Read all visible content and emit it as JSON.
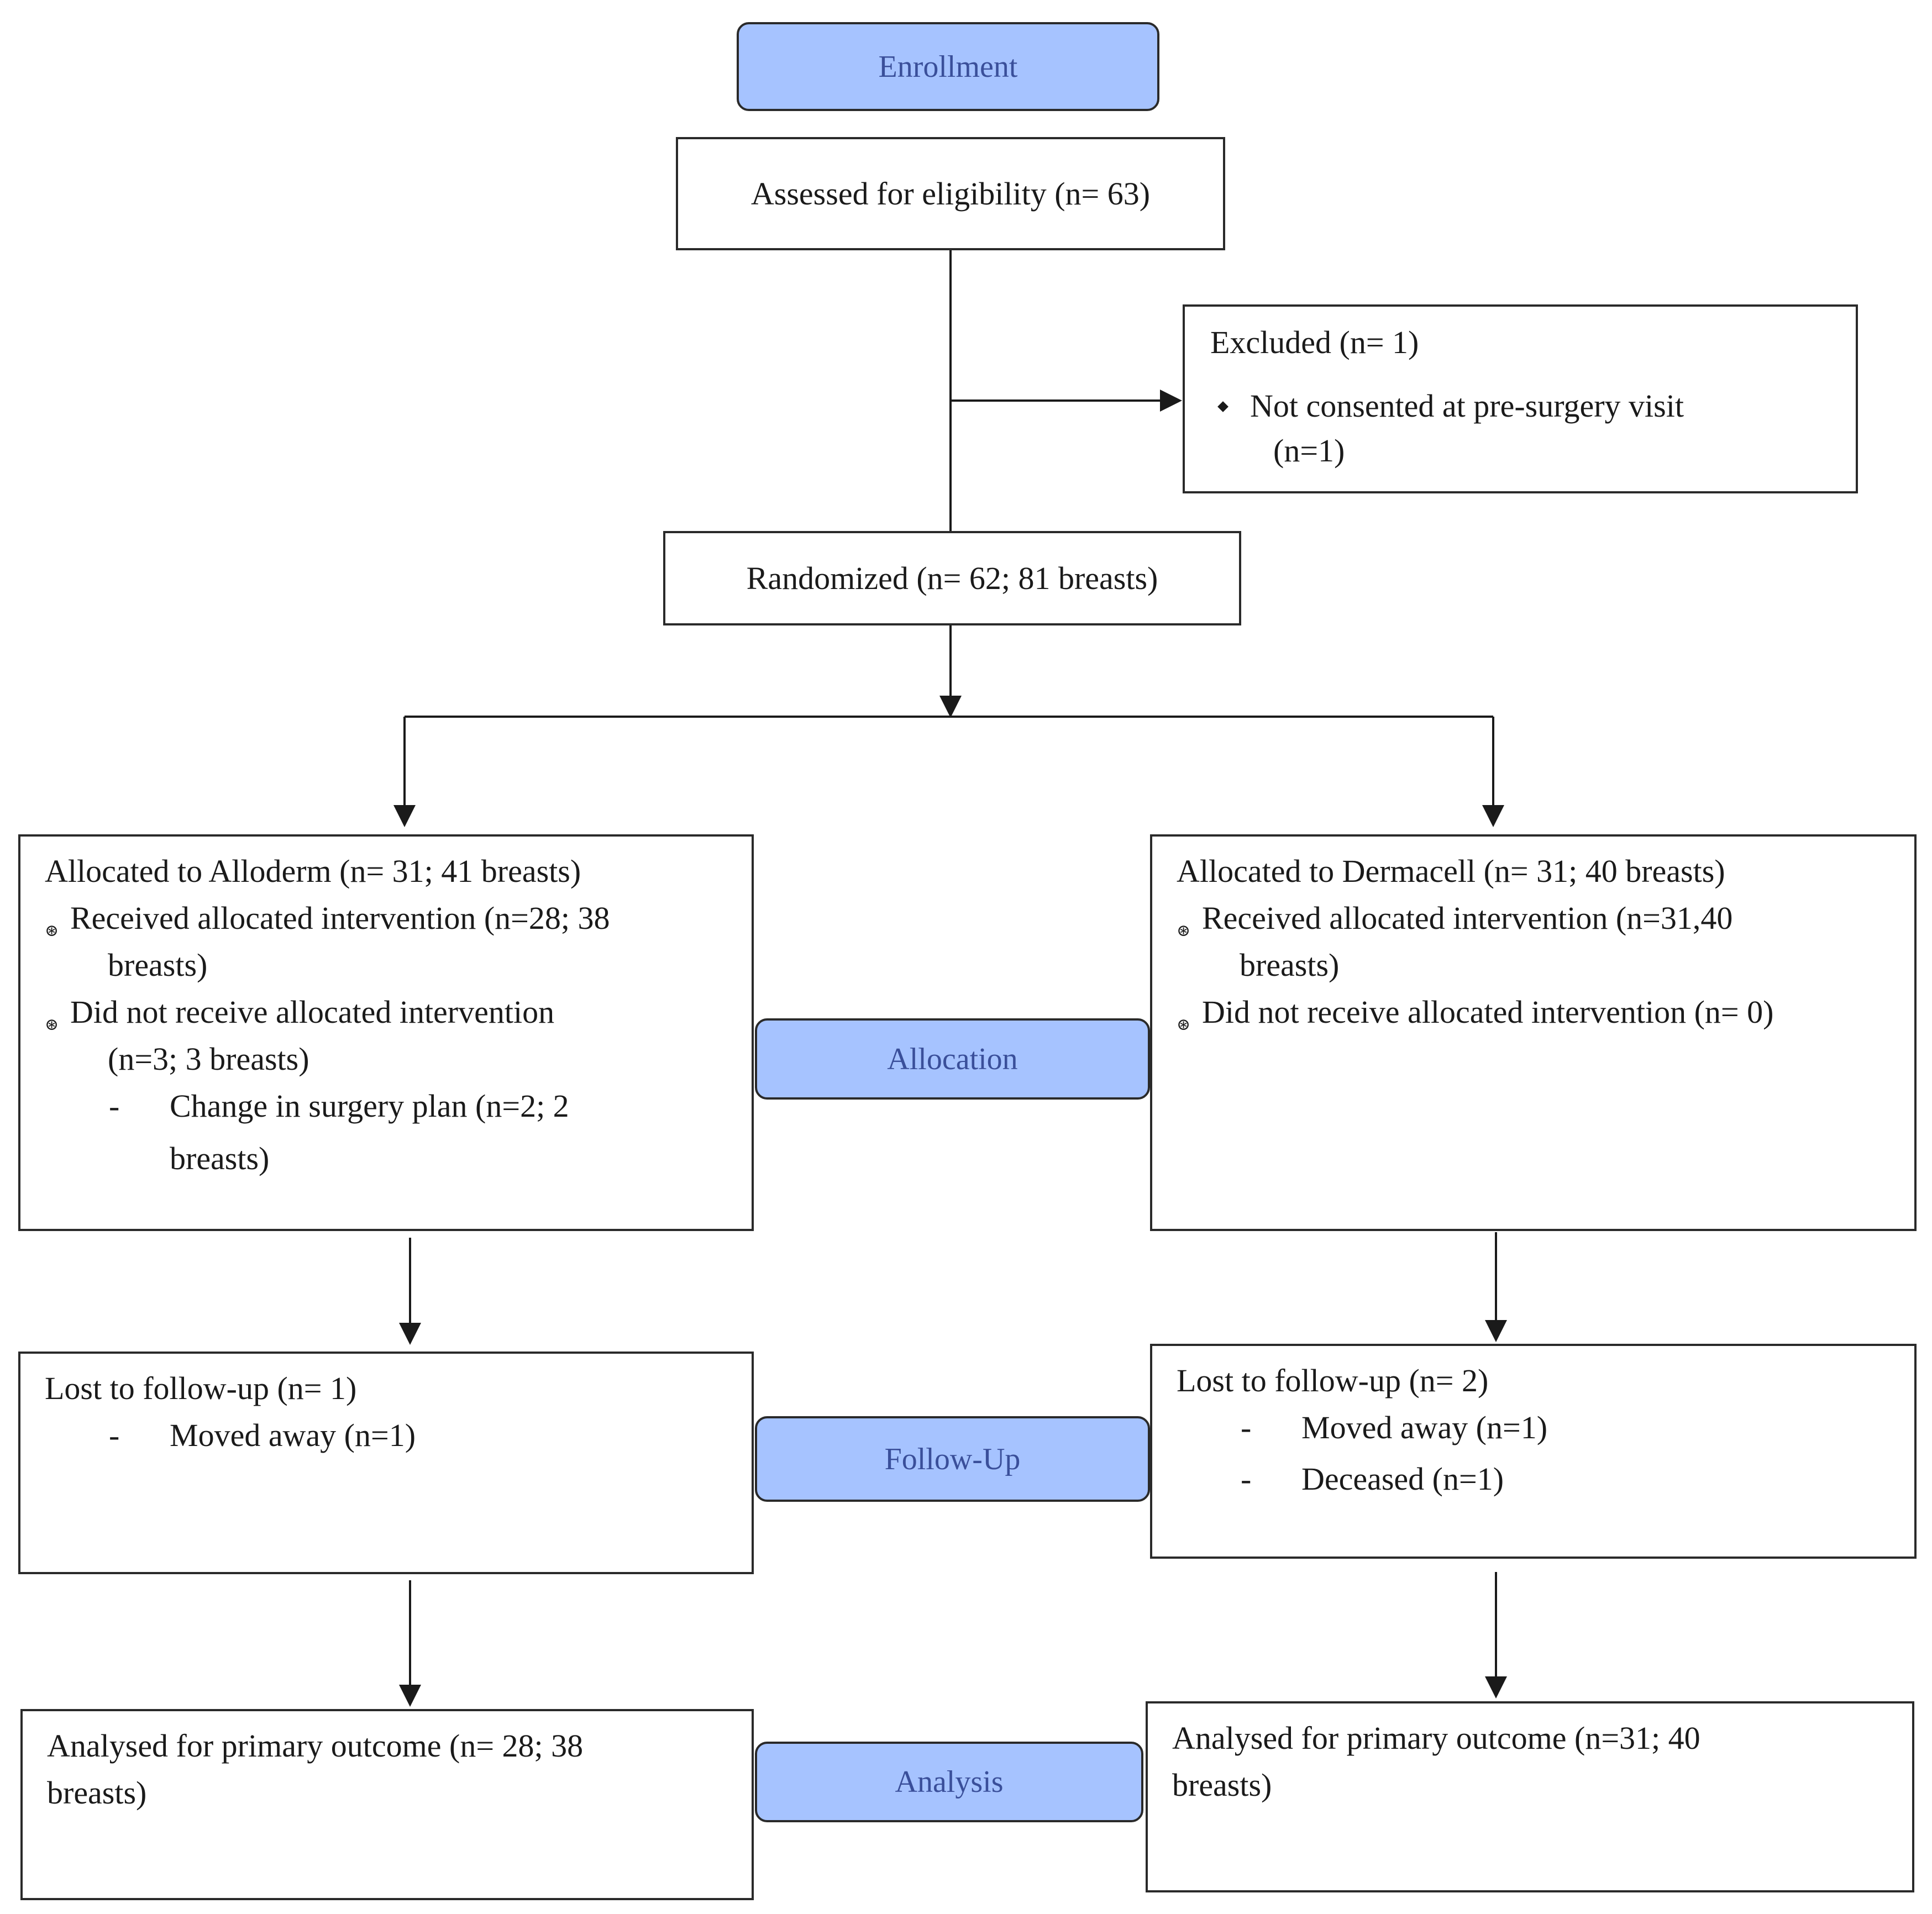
{
  "stages": {
    "enrollment": "Enrollment",
    "allocation": "Allocation",
    "follow_up": "Follow-Up",
    "analysis": "Analysis"
  },
  "assessed": "Assessed for eligibility (n= 63)",
  "excluded": {
    "title": "Excluded (n= 1)",
    "reason_line1": "Not consented at pre-surgery  visit",
    "reason_line2": "(n=1)"
  },
  "randomized": "Randomized (n= 62; 81 breasts)",
  "alloderm": {
    "title": "Allocated to Alloderm  (n= 31; 41 breasts)",
    "received_line1": "Received  allocated  intervention  (n=28; 38",
    "received_line2": "breasts)",
    "not_received_line1": "Did not receive  allocated  intervention",
    "not_received_line2": "(n=3; 3 breasts)",
    "change_line1": "Change  in surgery  plan (n=2; 2",
    "change_line2": "breasts)"
  },
  "dermacell": {
    "title": "Allocated to Dermacell  (n= 31; 40 breasts)",
    "received_line1": "Received  allocated  intervention  (n=31,40",
    "received_line2": "breasts)",
    "not_received": "Did not receive  allocated  intervention  (n= 0)"
  },
  "lost_left": {
    "title": "Lost to follow-up (n= 1)",
    "item1": "Moved  away (n=1)"
  },
  "lost_right": {
    "title": "Lost to follow-up (n= 2)",
    "item1": "Moved  away (n=1)",
    "item2": "Deceased (n=1)"
  },
  "analysed_left": {
    "line1": "Analysed for primary outcome (n= 28; 38",
    "line2": "breasts)"
  },
  "analysed_right": {
    "line1": "Analysed for primary outcome (n=31; 40",
    "line2": "breasts)"
  },
  "colors": {
    "stage_fill": "#a6c3ff",
    "stage_text": "#3a4f9a",
    "line": "#1a1a1a"
  }
}
